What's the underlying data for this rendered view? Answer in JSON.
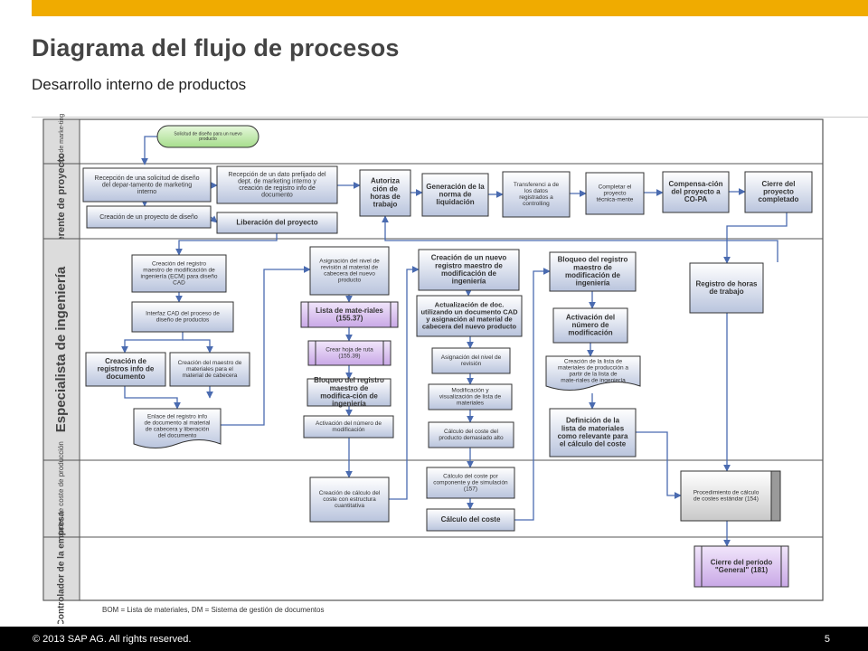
{
  "header": {
    "title": "Diagrama del flujo de procesos",
    "subtitle": "Desarrollo interno de productos"
  },
  "lanes": [
    {
      "label": "Dept. de marke-ting"
    },
    {
      "label": "Gerente de proyecto"
    },
    {
      "label": "Especialista de ingeniería"
    },
    {
      "label": "Controlador de coste de producción"
    },
    {
      "label": "Controlador de la empresa"
    }
  ],
  "nodes": {
    "solicitud": "Solicitud de diseño para un nuevo producto",
    "recepcion_solicitud": "Recepción de una solicitud de diseño del depar-tamento de marketing interno",
    "recepcion_dato": "Recepción de un dato prefijado del dept. de marketing interno y creación de registro info de documento",
    "autoriza": "Autoriza ción de horas de trabajo",
    "generacion_norma": "Generación de la norma de liquidación",
    "transferencia": "Transferenci a de los datos registrados a controlling",
    "completar": "Completar el proyecto técnica-mente",
    "compensacion": "Compensa-ción del proyecto a CO-PA",
    "cierre_proyecto": "Cierre del proyecto completado",
    "creacion_proyecto": "Creación de un proyecto de diseño",
    "liberacion": "Liberación del proyecto",
    "creacion_registro_ecm": "Creación del registro maestro de modificación de ingeniería (ECM) para diseño CAD",
    "interfaz_cad": "Interfaz CAD del proceso de diseño de productos",
    "creacion_registros_info": "Creación de registros info de documento",
    "creacion_maestro_materiales": "Creación del maestro de materiales para el material de cabecera",
    "enlace_registro": "Enlace del registro info de documento al material de cabecera y liberación del documento",
    "asignacion_nivel": "Asignación del nivel de revisión al material de cabecera del nuevo producto",
    "lista_materiales": "Lista de mate-riales (155.37)",
    "crear_hoja": "Crear hoja de ruta (155.39)",
    "bloqueo_registro": "Bloqueo del registro maestro de modifica-ción de ingeniería",
    "activacion_numero": "Activación del número de modificación",
    "creacion_calculo": "Creación de cálculo del coste con estructura cuantitativa",
    "creacion_nuevo_registro": "Creación de un nuevo registro maestro de modificación de ingeniería",
    "actualizacion_doc": "Actualización de doc. utilizando un documento CAD y asignación al material de cabecera del nuevo producto",
    "asignacion_nivel_rev": "Asignación del nivel de revisión",
    "modificacion_visualizacion": "Modificación y visualización de lista de materiales",
    "calculo_coste_demasiado": "Cálculo del coste del producto demasiado alto",
    "calculo_componente": "Cálculo del coste por componente y de simulación (157)",
    "calculo_coste": "Cálculo del coste",
    "bloqueo_maestro": "Bloqueo del registro maestro de modificación de ingeniería",
    "activacion_modificacion": "Activación del número de modificación",
    "creacion_lista_mod": "Creación de la lista de materiales de producción a partir de la lista de mate-riales de ingeniería",
    "definicion_lista": "Definición de la lista de materiales como relevante para el cálculo del coste",
    "registro_horas": "Registro de horas de trabajo",
    "procedimiento_calculo": "Procedimiento de cálculo de costes estándar (154)",
    "cierre_periodo": "Cierre del período \"General\" (181)"
  },
  "note": "BOM = Lista de materiales, DM = Sistema de gestión de documentos",
  "footer": {
    "copyright": "© 2013 SAP AG. All rights reserved.",
    "page": "5"
  },
  "colors": {
    "accent_bar": "#f0ab00",
    "lane_label_bg": "#dcdcdc",
    "box_fill_top": "#ffffff",
    "box_fill_bottom": "#b9c4dd",
    "sub_process": "#c9a8e6",
    "start_event": "#b9e7a2",
    "connector": "#4a6bb0"
  }
}
